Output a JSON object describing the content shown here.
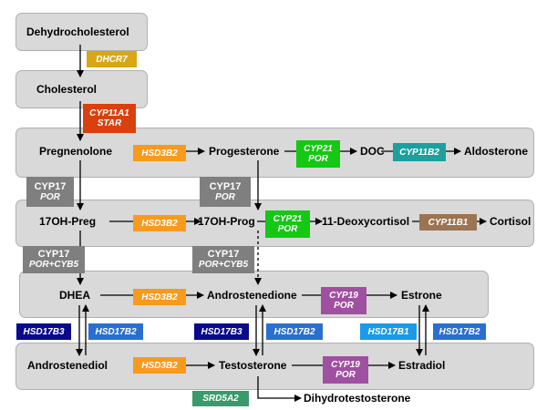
{
  "nodes": {
    "dehydrocholesterol": "Dehydrocholesterol",
    "cholesterol": "Cholesterol",
    "pregnenolone": "Pregnenolone",
    "progesterone": "Progesterone",
    "doc": "DOC",
    "aldosterone": "Aldosterone",
    "oh_preg": "17OH-Preg",
    "oh_prog": "17OH-Prog",
    "deoxycortisol": "11-Deoxycortisol",
    "cortisol": "Cortisol",
    "dhea": "DHEA",
    "androstenedione": "Androstenedione",
    "estrone": "Estrone",
    "androstenediol": "Androstenediol",
    "testosterone": "Testosterone",
    "estradiol": "Estradiol",
    "dht": "Dihydrotestosterone"
  },
  "enzymes": {
    "dhcr7": "DHCR7",
    "cyp11a1": [
      "CYP11A1",
      "STAR"
    ],
    "hsd3b2_1": "HSD3B2",
    "cyp21_1": [
      "CYP21",
      "POR"
    ],
    "cyp11b2": "CYP11B2",
    "cyp17_1": [
      "CYP17",
      "POR"
    ],
    "cyp17_2": [
      "CYP17",
      "POR"
    ],
    "hsd3b2_2": "HSD3B2",
    "cyp21_2": [
      "CYP21",
      "POR"
    ],
    "cyp11b1": "CYP11B1",
    "cyp17_3": [
      "CYP17",
      "POR+CYB5"
    ],
    "cyp17_4": [
      "CYP17",
      "POR+CYB5"
    ],
    "hsd3b2_3": "HSD3B2",
    "cyp19_1": [
      "CYP19",
      "POR"
    ],
    "hsd17b3_1": "HSD17B3",
    "hsd17b2_1": "HSD17B2",
    "hsd17b3_2": "HSD17B3",
    "hsd17b2_2": "HSD17B2",
    "hsd17b1": "HSD17B1",
    "hsd17b2_3": "HSD17B2",
    "hsd3b2_4": "HSD3B2",
    "cyp19_2": [
      "CYP19",
      "POR"
    ],
    "srd5a2": "SRD5A2"
  },
  "colors": {
    "band": "#d9d9d9",
    "hsd3b2": "#f79a1e",
    "cyp21": "#14c814",
    "cyp11b2": "#1f9e9e",
    "cyp11b1": "#9b7452",
    "cyp17": "#7f7f7f",
    "cyp19": "#a050a0",
    "cyp11a1": "#d9400e",
    "dhcr7": "#d9a614",
    "hsd17b3": "#0a0a8c",
    "hsd17b2": "#2a6fd0",
    "hsd17b1": "#1a9ae8",
    "srd5a2": "#3a9a6a"
  }
}
